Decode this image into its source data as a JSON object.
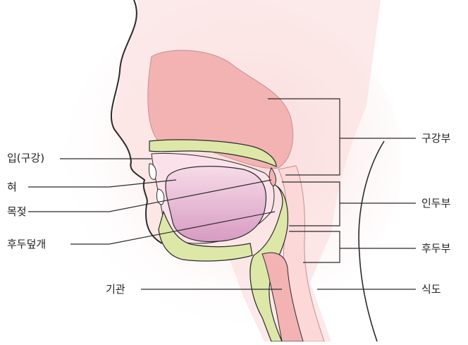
{
  "labels": {
    "mouth": "입(구강)",
    "tongue": "혀",
    "uvula": "목젖",
    "epiglottis": "후두덮개",
    "trachea": "기관",
    "oral_pharynx": "구강부",
    "naso_pharynx": "인두부",
    "larynx_pharynx": "후두부",
    "esophagus": "식도"
  },
  "colors": {
    "outline": "#2b2b2b",
    "nasal_cavity": "#f4b7b7",
    "soft_tissue": "#fbdcdc",
    "tongue": "#f2c6da",
    "tongue_dark": "#dba1c6",
    "bone_cartilage": "#dde7a8",
    "skin": "#ffffff",
    "glow": "#f9d7d7"
  }
}
